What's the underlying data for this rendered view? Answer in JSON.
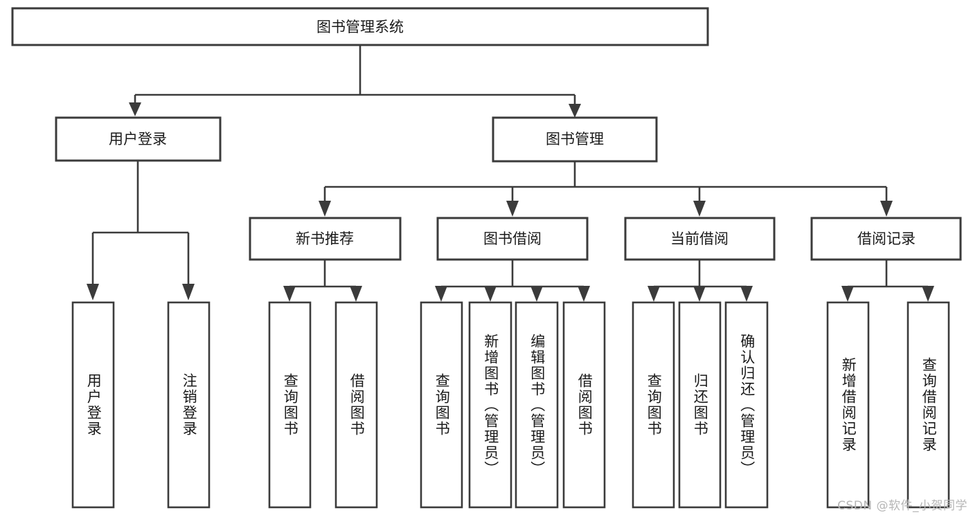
{
  "diagram": {
    "title": "图书管理系统",
    "type": "tree",
    "watermark": "CSDN @软件_小贺同学",
    "colors": {
      "stroke": "#3b3b3b",
      "box_fill": "#ffffff",
      "text": "#1a1a1a",
      "background": "#ffffff",
      "watermark": "#b6b6b6"
    },
    "root": {
      "label": "图书管理系统"
    },
    "level2": [
      {
        "label": "用户登录"
      },
      {
        "label": "图书管理"
      }
    ],
    "level3": [
      {
        "label": "新书推荐"
      },
      {
        "label": "图书借阅"
      },
      {
        "label": "当前借阅"
      },
      {
        "label": "借阅记录"
      }
    ],
    "leaves": {
      "user_login": [
        {
          "label": "用户登录"
        },
        {
          "label": "注销登录"
        }
      ],
      "new_book_recommend": [
        {
          "label": "查询图书"
        },
        {
          "label": "借阅图书"
        }
      ],
      "book_borrow": [
        {
          "label": "查询图书"
        },
        {
          "label": "新增图书（管理员）"
        },
        {
          "label": "编辑图书（管理员）"
        },
        {
          "label": "借阅图书"
        }
      ],
      "current_borrow": [
        {
          "label": "查询图书"
        },
        {
          "label": "归还图书"
        },
        {
          "label": "确认归还（管理员）"
        }
      ],
      "borrow_record": [
        {
          "label": "新增借阅记录"
        },
        {
          "label": "查询借阅记录"
        }
      ]
    }
  }
}
